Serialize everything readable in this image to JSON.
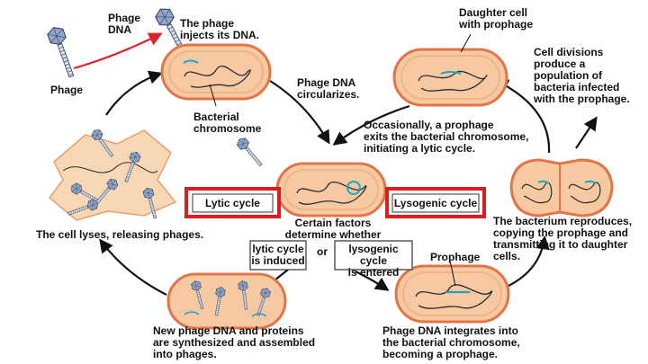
{
  "colors": {
    "cell_fill": "#f6c9a2",
    "cell_edge": "#e0754a",
    "cell_inner": "#f1b486",
    "chromosome": "#2b2b2b",
    "phage_dna": "#1aa6c6",
    "phage_head": "#8fa6c8",
    "inject_arrow": "#d8262c",
    "highlight_box": "#e01b1b",
    "lysed_cell": "#f8d7b4",
    "cycle_arrow": "#111111"
  },
  "labels": {
    "phage_dna": "Phage\nDNA",
    "phage": "Phage",
    "injects": "The phage\ninjects its DNA.",
    "bacterial_chromosome": "Bacterial\nchromosome",
    "circularizes": "Phage DNA\ncircularizes.",
    "daughter_cell": "Daughter cell\nwith prophage",
    "cell_divisions": "Cell divisions\nproduce a\npopulation of\nbacteria infected\nwith the prophage.",
    "prophage_exits": "Occasionally, a prophage\nexits the bacterial chromosome,\ninitiating a lytic cycle.",
    "cell_lyses": "The cell lyses, releasing phages.",
    "lytic_cycle": "Lytic cycle",
    "lysogenic_cycle": "Lysogenic cycle",
    "certain_factors": "Certain factors\ndetermine whether",
    "or": "or",
    "lytic_induced": "lytic cycle\nis induced",
    "lysogenic_entered": "lysogenic cycle\nis entered",
    "prophage": "Prophage",
    "bacterium_reproduces": "The bacterium reproduces,\ncopying the prophage and\ntransmitting it to daughter\ncells.",
    "new_phage_dna": "New phage DNA and proteins\nare synthesized and assembled\ninto phages.",
    "integrates": "Phage DNA integrates into\nthe bacterial chromosome,\nbecoming a prophage."
  }
}
